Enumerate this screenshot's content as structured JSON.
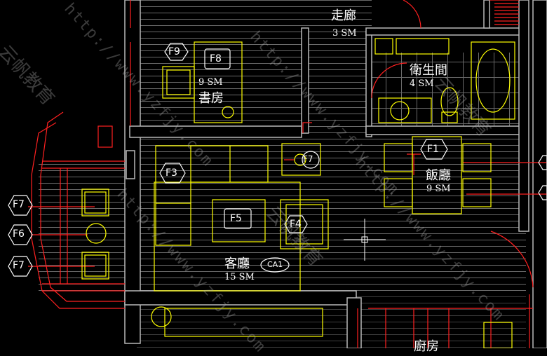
{
  "rooms": {
    "corridor": {
      "name": "走廊",
      "area": "3 SM"
    },
    "bathroom": {
      "name": "衛生間",
      "area": "4 SM"
    },
    "study": {
      "name": "書房",
      "area": "9 SM"
    },
    "dining": {
      "name": "飯廳",
      "area": "9 SM"
    },
    "living": {
      "name": "客廳",
      "area": "15 SM"
    },
    "kitchen": {
      "name": "廚房"
    }
  },
  "tags": {
    "f1": "F1",
    "f3": "F3",
    "f4": "F4",
    "f5": "F5",
    "f6": "F6",
    "f7_top": "F7",
    "f7_bottom": "F7",
    "f8": "F8",
    "f9": "F9",
    "f7_round": "F7",
    "ca1": "CA1"
  },
  "watermark": {
    "url_text": "http://www.yzfjy.com",
    "brand_text": "云帆教育"
  },
  "colors": {
    "wall": "#b8b8b8",
    "furniture": "#ffff00",
    "red": "#ff2020",
    "white": "#ffffff",
    "background": "#000000"
  }
}
